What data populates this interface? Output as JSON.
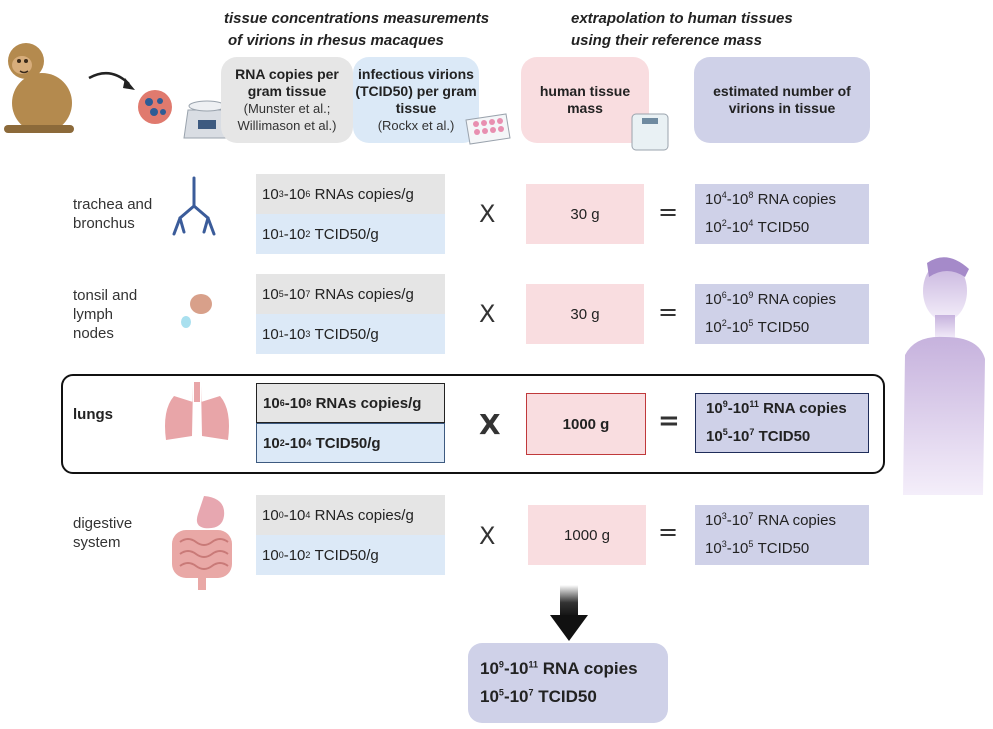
{
  "headers": {
    "left_title_line1": "tissue concentrations measurements",
    "left_title_line2": "of virions in rhesus macaques",
    "right_title_line1": "extrapolation to human tissues",
    "right_title_line2": "using their reference mass",
    "rna_box_title": "RNA copies per gram tissue",
    "rna_box_cite": "(Munster et al.; Willimason et al.)",
    "tcid_box_title": "infectious virions (TCID50) per gram tissue",
    "tcid_box_cite": "(Rockx et al.)",
    "mass_box_title": "human tissue mass",
    "est_box_title": "estimated number of virions in tissue"
  },
  "rows": [
    {
      "label_line1": "trachea and",
      "label_line2": "bronchus",
      "label_line3": "",
      "rna": {
        "a_base": "10",
        "a_exp": "3",
        "b_base": "-10",
        "b_exp": "6",
        "unit": "RNAs copies/g"
      },
      "tcid": {
        "a_base": "10",
        "a_exp": "1",
        "b_base": "-10",
        "b_exp": "2",
        "unit": "TCID50/g"
      },
      "times": "X",
      "mass": "30 g",
      "equals": "=",
      "res_rna": {
        "a_base": "10",
        "a_exp": "4",
        "b_base": "-10",
        "b_exp": "8",
        "unit": "RNA copies"
      },
      "res_tcid": {
        "a_base": "10",
        "a_exp": "2",
        "b_base": "-10",
        "b_exp": "4",
        "unit": "TCID50"
      }
    },
    {
      "label_line1": "tonsil and",
      "label_line2": "lymph",
      "label_line3": "nodes",
      "rna": {
        "a_base": "10",
        "a_exp": "5",
        "b_base": "-10",
        "b_exp": "7",
        "unit": "RNAs copies/g"
      },
      "tcid": {
        "a_base": "10",
        "a_exp": "1",
        "b_base": "-10",
        "b_exp": "3",
        "unit": "TCID50/g"
      },
      "times": "X",
      "mass": "30 g",
      "equals": "=",
      "res_rna": {
        "a_base": "10",
        "a_exp": "6",
        "b_base": "-10",
        "b_exp": "9",
        "unit": "RNA copies"
      },
      "res_tcid": {
        "a_base": "10",
        "a_exp": "2",
        "b_base": "-10",
        "b_exp": "5",
        "unit": "TCID50"
      }
    },
    {
      "label_line1": "lungs",
      "label_line2": "",
      "label_line3": "",
      "rna": {
        "a_base": "10",
        "a_exp": "6",
        "b_base": "-10",
        "b_exp": "8",
        "unit": "RNAs copies/g"
      },
      "tcid": {
        "a_base": "10",
        "a_exp": "2",
        "b_base": "-10",
        "b_exp": "4",
        "unit": "TCID50/g"
      },
      "times": "X",
      "mass": "1000 g",
      "equals": "=",
      "res_rna": {
        "a_base": "10",
        "a_exp": "9",
        "b_base": "-10",
        "b_exp": "11",
        "unit": "RNA copies"
      },
      "res_tcid": {
        "a_base": "10",
        "a_exp": "5",
        "b_base": "-10",
        "b_exp": "7",
        "unit": "TCID50"
      }
    },
    {
      "label_line1": "digestive",
      "label_line2": "system",
      "label_line3": "",
      "rna": {
        "a_base": "10",
        "a_exp": "0",
        "b_base": "-10",
        "b_exp": "4",
        "unit": "RNAs copies/g"
      },
      "tcid": {
        "a_base": "10",
        "a_exp": "0",
        "b_base": "-10",
        "b_exp": "2",
        "unit": "TCID50/g"
      },
      "times": "X",
      "mass": "1000 g",
      "equals": "=",
      "res_rna": {
        "a_base": "10",
        "a_exp": "3",
        "b_base": "-10",
        "b_exp": "7",
        "unit": "RNA copies"
      },
      "res_tcid": {
        "a_base": "10",
        "a_exp": "3",
        "b_base": "-10",
        "b_exp": "5",
        "unit": "TCID50"
      }
    }
  ],
  "final": {
    "rna": {
      "a_base": "10",
      "a_exp": "9",
      "b_base": "-10",
      "b_exp": "11",
      "unit": "RNA copies"
    },
    "tcid": {
      "a_base": "10",
      "a_exp": "5",
      "b_base": "-10",
      "b_exp": "7",
      "unit": "TCID50"
    }
  },
  "colors": {
    "rna_gray": "#e5e5e5",
    "tcid_blue": "#dce9f7",
    "mass_pink": "#f9dde0",
    "result_lavender": "#cfd1e8",
    "highlight_red": "#c0393b",
    "highlight_navy": "#1f2d5a"
  },
  "icons": [
    "monkey-icon",
    "tissue-sample-icon",
    "lab-scale-icon",
    "well-plate-icon",
    "bathroom-scale-icon",
    "trachea-icon",
    "lymph-node-icon",
    "lungs-icon",
    "intestines-icon",
    "human-figure-icon",
    "down-arrow-icon"
  ]
}
